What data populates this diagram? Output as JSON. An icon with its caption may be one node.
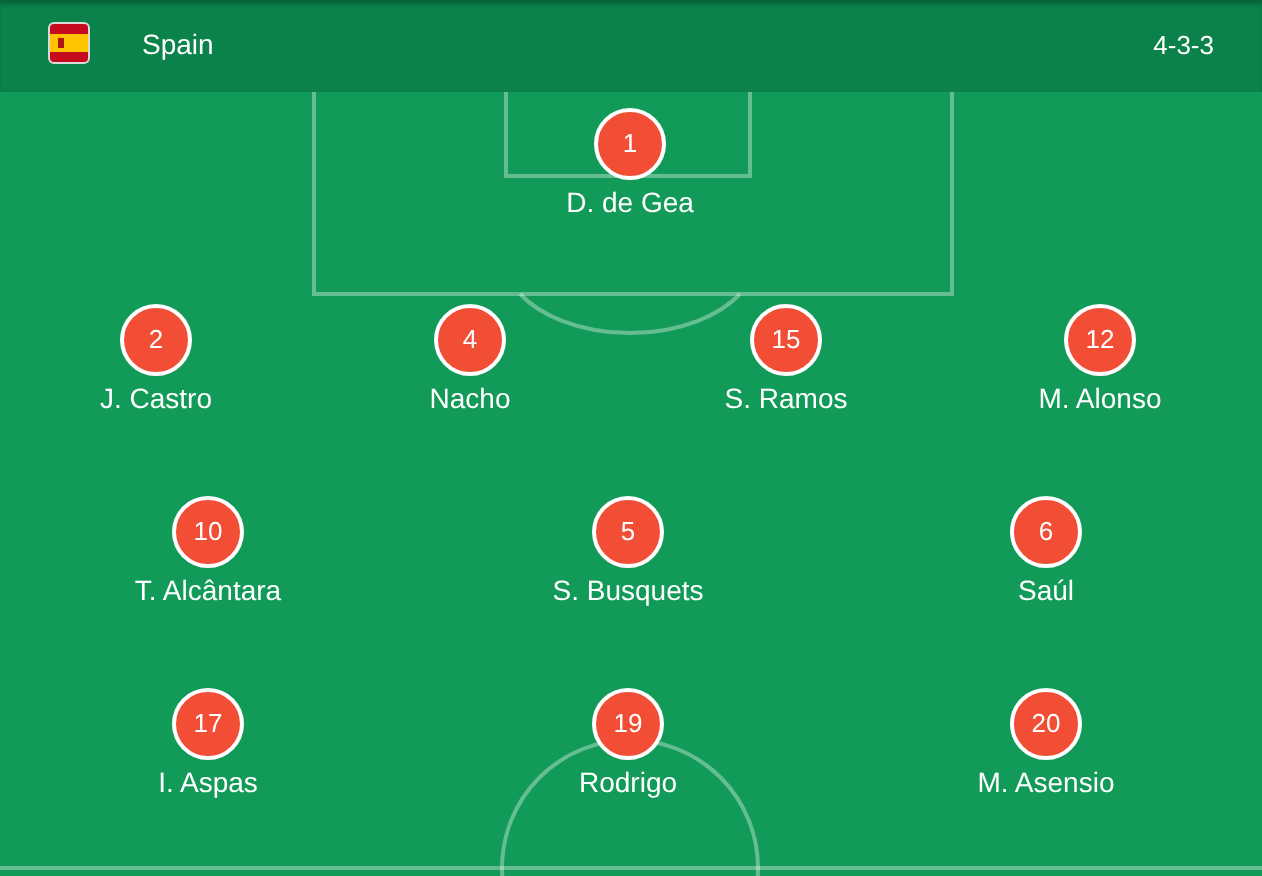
{
  "diagram": {
    "nodes": [
      {
        "text": [
          "1"
        ],
        "beside": [
          "D. de Gea"
        ]
      },
      {
        "text": [
          "2"
        ],
        "beside": [
          "J. Castro"
        ]
      },
      {
        "text": [
          "4"
        ],
        "beside": [
          "Nacho"
        ]
      },
      {
        "text": [
          "15"
        ],
        "beside": [
          "S. Ramos"
        ]
      },
      {
        "text": [
          "12"
        ],
        "beside": [
          "M. Alonso"
        ]
      },
      {
        "text": [
          "10"
        ],
        "beside": [
          "T. Alcântara"
        ]
      },
      {
        "text": [
          "5"
        ],
        "beside": [
          "S. Busquets"
        ]
      },
      {
        "text": [
          "6"
        ],
        "beside": [
          "Saúl"
        ]
      },
      {
        "text": [
          "17"
        ],
        "beside": [
          "I. Aspas"
        ]
      },
      {
        "text": [
          "19"
        ],
        "beside": [
          "Rodrigo"
        ]
      },
      {
        "text": [
          "20"
        ],
        "beside": [
          "M. Asensio"
        ]
      }
    ],
    "labels": [
      "Spain",
      "4-3-3"
    ]
  }
}
